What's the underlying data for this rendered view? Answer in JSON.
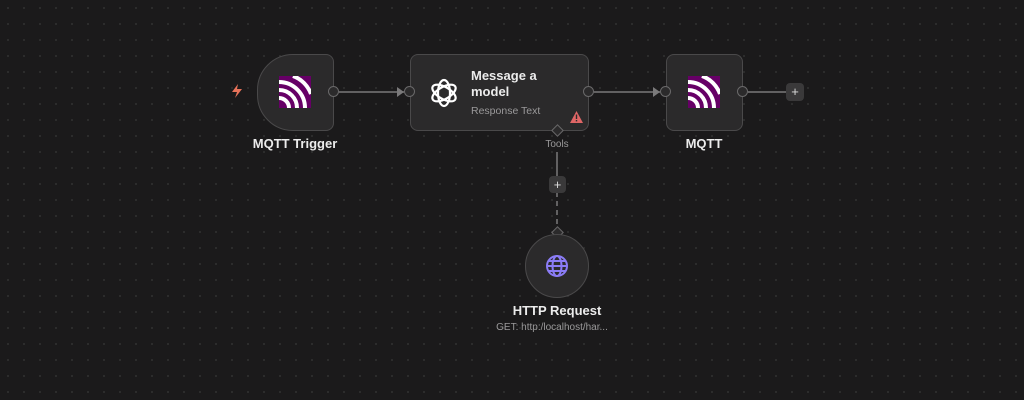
{
  "nodes": {
    "mqtt_trigger": {
      "label": "MQTT Trigger",
      "icon": "mqtt-icon"
    },
    "message_model": {
      "title_line1": "Message a",
      "title_line2": "model",
      "subtitle": "Response Text",
      "icon": "openai-icon",
      "warning": true
    },
    "mqtt": {
      "label": "MQTT",
      "icon": "mqtt-icon"
    },
    "http_request": {
      "label": "HTTP Request",
      "subtitle": "GET: http:/localhost/har...",
      "icon": "globe-icon"
    }
  },
  "connections": {
    "tools_label": "Tools",
    "add_symbol": "+"
  },
  "colors": {
    "mqtt": "#660066",
    "globe": "#8b7cf6",
    "warning": "#e06666",
    "trigger": "#e8735a"
  }
}
